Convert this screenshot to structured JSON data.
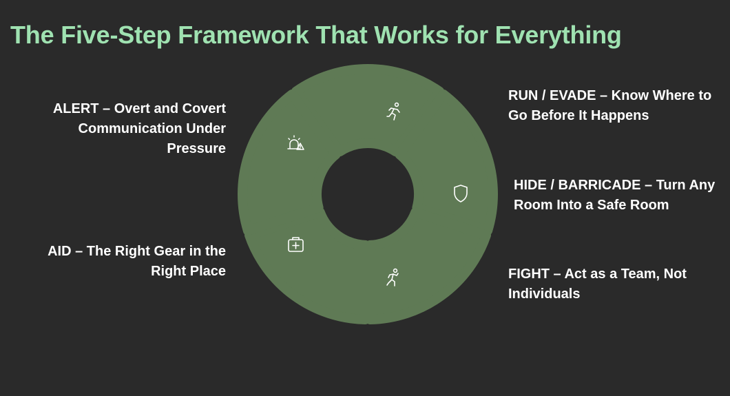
{
  "title": "The Five-Step Framework That Works for Everything",
  "colors": {
    "background": "#2a2a2a",
    "title": "#9fe2b1",
    "segment": "#5f7a55",
    "text": "#ffffff"
  },
  "steps": [
    {
      "id": "run",
      "label": "RUN / EVADE – Know Where to Go Before It Happens",
      "icon": "running-person-icon"
    },
    {
      "id": "hide",
      "label": "HIDE / BARRICADE – Turn Any Room Into a Safe Room",
      "icon": "shield-icon"
    },
    {
      "id": "fight",
      "label": "FIGHT – Act as a Team, Not Individuals",
      "icon": "fighting-person-icon"
    },
    {
      "id": "aid",
      "label": "AID – The Right Gear in the Right Place",
      "icon": "first-aid-kit-icon"
    },
    {
      "id": "alert",
      "label": "ALERT – Overt and Covert Communication Under Pressure",
      "icon": "alarm-siren-icon"
    }
  ]
}
